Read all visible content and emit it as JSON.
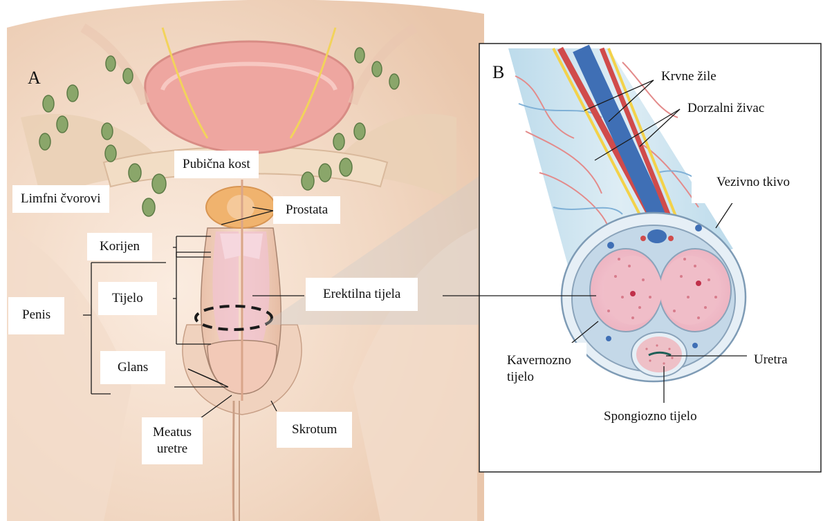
{
  "panels": {
    "a": "A",
    "b": "B"
  },
  "labels": {
    "pubic_bone": "Pubična kost",
    "lymph_nodes": "Limfni čvorovi",
    "prostate": "Prostata",
    "root": "Korijen",
    "body": "Tijelo",
    "penis": "Penis",
    "erectile_bodies": "Erektilna tijela",
    "glans": "Glans",
    "meatus_line1": "Meatus",
    "meatus_line2": "uretre",
    "scrotum": "Skrotum",
    "blood_vessels": "Krvne žile",
    "dorsal_nerve": "Dorzalni živac",
    "connective_tissue": "Vezivno tkivo",
    "cavernous_line1": "Kavernozno",
    "cavernous_line2": "tijelo",
    "urethra": "Uretra",
    "spongy_body": "Spongiozno tijelo"
  },
  "colors": {
    "skin": "#f3dcc8",
    "shadow": "#e2b99a",
    "bladder": "#f0a9a3",
    "erectile": "#f3c3cf",
    "node_green": "#8aa66a",
    "vein_blue": "#3f6fb5",
    "artery_red": "#d04b4b",
    "nerve_yellow": "#f3d24a"
  }
}
